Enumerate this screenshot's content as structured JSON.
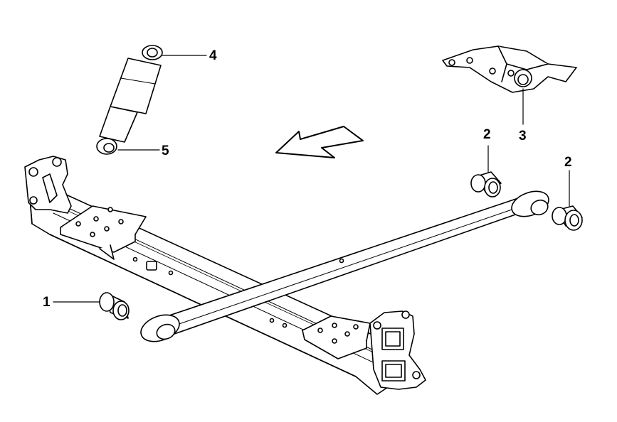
{
  "callouts": {
    "part_1": "1",
    "part_2_left": "2",
    "part_2_right": "2",
    "part_3": "3",
    "part_4": "4",
    "part_5": "5"
  },
  "colors": {
    "line": "#000000",
    "fill": "#ffffff"
  }
}
